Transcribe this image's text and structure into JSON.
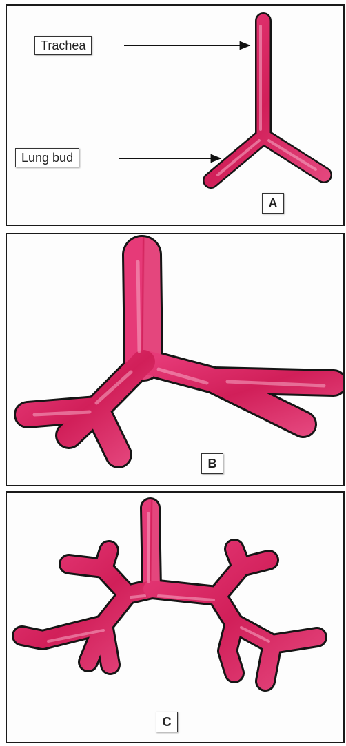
{
  "panel_a": {
    "letter": "A",
    "labels": {
      "trachea": "Trachea",
      "lung_bud": "Lung bud"
    }
  },
  "panel_b": {
    "letter": "B"
  },
  "panel_c": {
    "letter": "C"
  },
  "colors": {
    "tissue": "#d9245f",
    "tissue_light": "#f08aae",
    "outline": "#161616",
    "background": "#ffffff"
  }
}
